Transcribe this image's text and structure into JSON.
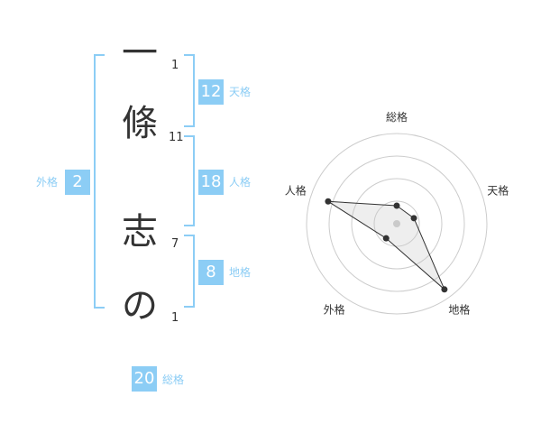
{
  "name": {
    "chars": [
      {
        "char": "一",
        "strokes": "1"
      },
      {
        "char": "條",
        "strokes": "11"
      },
      {
        "char": "志",
        "strokes": "7"
      },
      {
        "char": "の",
        "strokes": "1"
      }
    ]
  },
  "kaku": {
    "ten": {
      "value": "12",
      "label": "天格"
    },
    "jin": {
      "value": "18",
      "label": "人格"
    },
    "chi": {
      "value": "8",
      "label": "地格"
    },
    "gai": {
      "value": "2",
      "label": "外格"
    },
    "sou": {
      "value": "20",
      "label": "総格"
    }
  },
  "colors": {
    "accent": "#8ccdf5",
    "text": "#333333",
    "grid": "#cccccc"
  },
  "chart_data": {
    "type": "radar",
    "axes": [
      "総格",
      "天格",
      "地格",
      "外格",
      "人格"
    ],
    "values": [
      0.2,
      0.2,
      0.9,
      0.2,
      0.8
    ],
    "rings": 4
  }
}
